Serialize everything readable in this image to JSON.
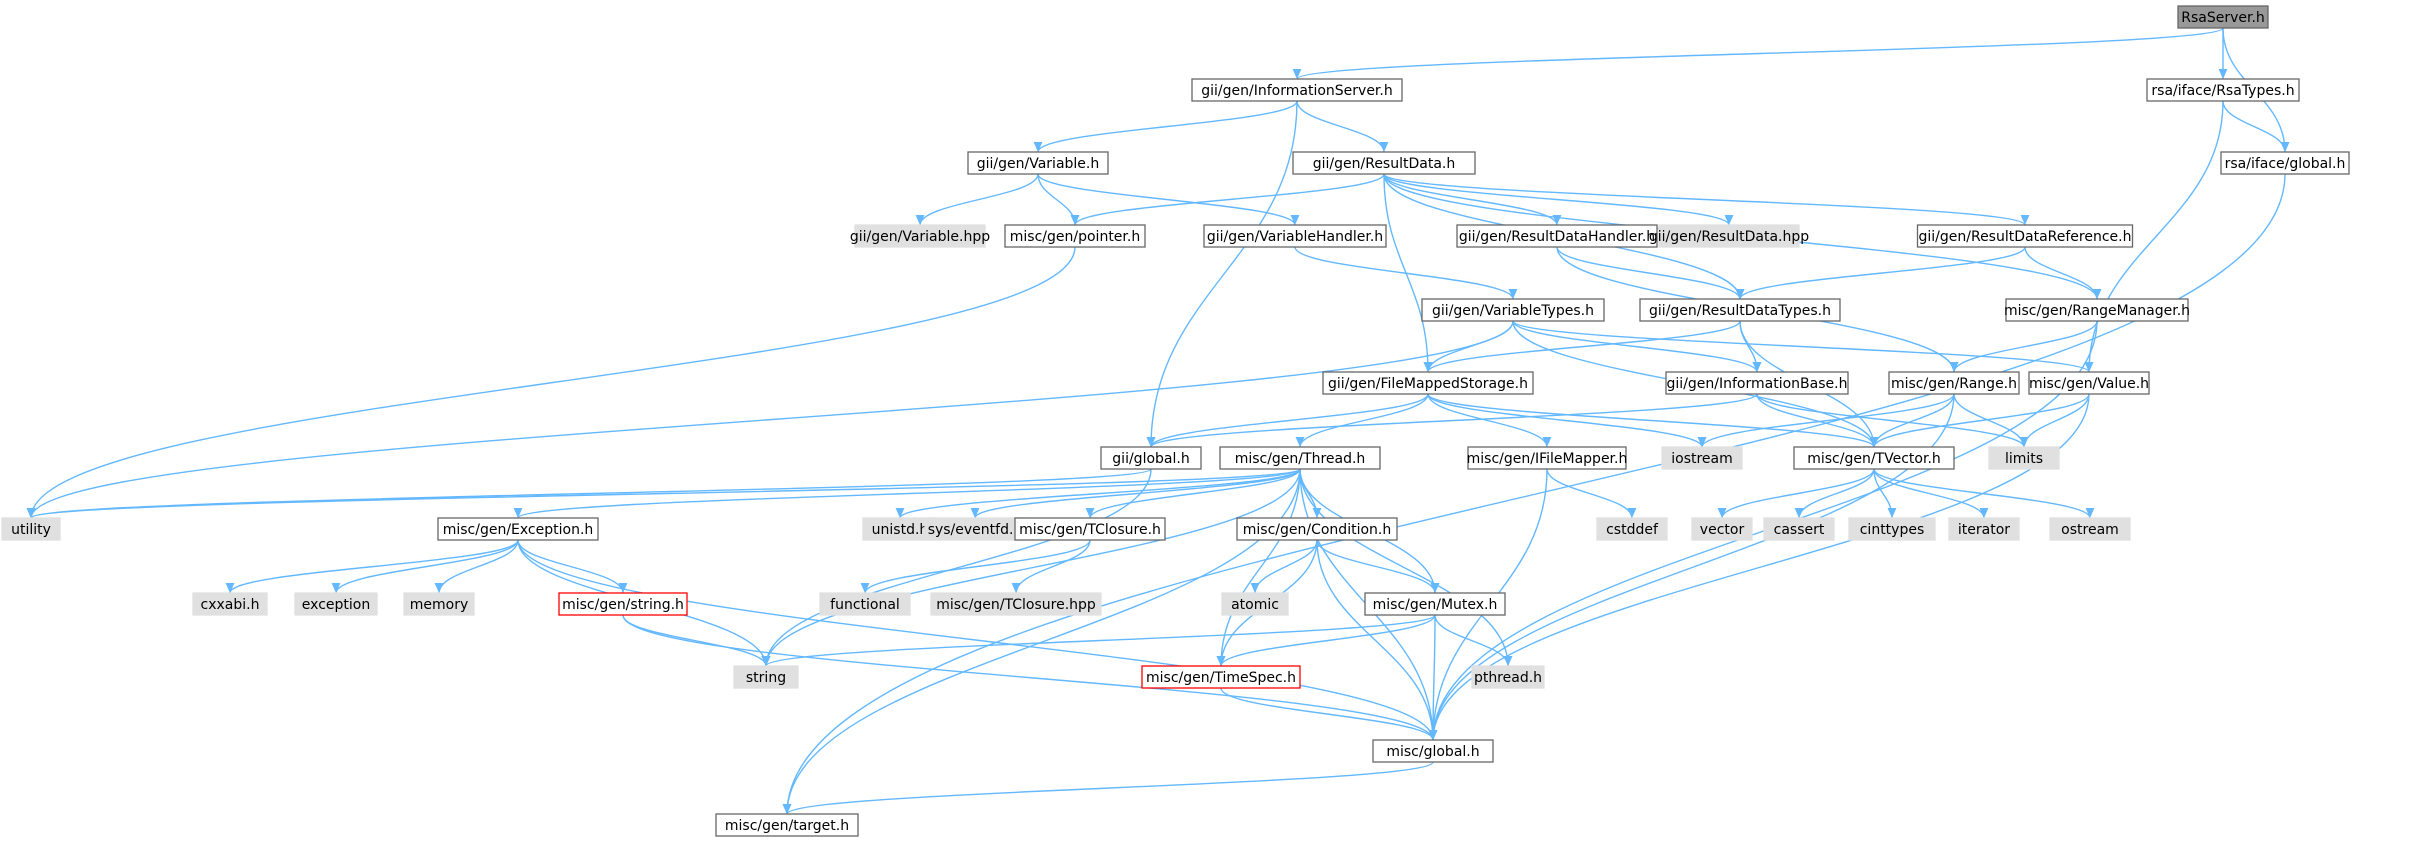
{
  "colors": {
    "root_fill": "#999999",
    "header_fill": "#ffffff",
    "header_border": "#666666",
    "system_fill": "#e0e0e0",
    "system_border": "#e0e0e0",
    "missing_border": "#ff0000",
    "edge": "#63b8ff",
    "text": "#000000"
  },
  "nodes": [
    {
      "id": "n0",
      "label": "RsaServer.h",
      "kind": "root"
    },
    {
      "id": "n1",
      "label": "gii/gen/InformationServer.h",
      "kind": "header"
    },
    {
      "id": "n2",
      "label": "rsa/iface/RsaTypes.h",
      "kind": "header"
    },
    {
      "id": "n3",
      "label": "rsa/iface/global.h",
      "kind": "header"
    },
    {
      "id": "n4",
      "label": "gii/gen/Variable.h",
      "kind": "header"
    },
    {
      "id": "n5",
      "label": "gii/gen/ResultData.h",
      "kind": "header"
    },
    {
      "id": "n6",
      "label": "gii/gen/Variable.hpp",
      "kind": "system"
    },
    {
      "id": "n7",
      "label": "misc/gen/pointer.h",
      "kind": "header"
    },
    {
      "id": "n8",
      "label": "gii/gen/VariableHandler.h",
      "kind": "header"
    },
    {
      "id": "n9",
      "label": "gii/gen/ResultDataHandler.h",
      "kind": "header"
    },
    {
      "id": "n10",
      "label": "gii/gen/ResultData.hpp",
      "kind": "system"
    },
    {
      "id": "n11",
      "label": "gii/gen/ResultDataReference.h",
      "kind": "header"
    },
    {
      "id": "n12",
      "label": "gii/gen/VariableTypes.h",
      "kind": "header"
    },
    {
      "id": "n13",
      "label": "gii/gen/ResultDataTypes.h",
      "kind": "header"
    },
    {
      "id": "n14",
      "label": "misc/gen/RangeManager.h",
      "kind": "header"
    },
    {
      "id": "n15",
      "label": "gii/gen/FileMappedStorage.h",
      "kind": "header"
    },
    {
      "id": "n16",
      "label": "gii/gen/InformationBase.h",
      "kind": "header"
    },
    {
      "id": "n17",
      "label": "misc/gen/Range.h",
      "kind": "header"
    },
    {
      "id": "n18",
      "label": "misc/gen/Value.h",
      "kind": "header"
    },
    {
      "id": "n19",
      "label": "gii/global.h",
      "kind": "header"
    },
    {
      "id": "n20",
      "label": "misc/gen/Thread.h",
      "kind": "header"
    },
    {
      "id": "n21",
      "label": "misc/gen/IFileMapper.h",
      "kind": "header"
    },
    {
      "id": "n22",
      "label": "iostream",
      "kind": "system"
    },
    {
      "id": "n23",
      "label": "misc/gen/TVector.h",
      "kind": "header"
    },
    {
      "id": "n24",
      "label": "limits",
      "kind": "system"
    },
    {
      "id": "n25",
      "label": "utility",
      "kind": "system"
    },
    {
      "id": "n26",
      "label": "misc/gen/Exception.h",
      "kind": "header"
    },
    {
      "id": "n27",
      "label": "unistd.h",
      "kind": "system"
    },
    {
      "id": "n28",
      "label": "sys/eventfd.h",
      "kind": "system"
    },
    {
      "id": "n29",
      "label": "misc/gen/TClosure.h",
      "kind": "header"
    },
    {
      "id": "n30",
      "label": "misc/gen/Condition.h",
      "kind": "header"
    },
    {
      "id": "n31",
      "label": "cstddef",
      "kind": "system"
    },
    {
      "id": "n32",
      "label": "vector",
      "kind": "system"
    },
    {
      "id": "n33",
      "label": "cassert",
      "kind": "system"
    },
    {
      "id": "n34",
      "label": "cinttypes",
      "kind": "system"
    },
    {
      "id": "n35",
      "label": "iterator",
      "kind": "system"
    },
    {
      "id": "n36",
      "label": "ostream",
      "kind": "system"
    },
    {
      "id": "n37",
      "label": "cxxabi.h",
      "kind": "system"
    },
    {
      "id": "n38",
      "label": "exception",
      "kind": "system"
    },
    {
      "id": "n39",
      "label": "memory",
      "kind": "system"
    },
    {
      "id": "n40",
      "label": "misc/gen/string.h",
      "kind": "missing"
    },
    {
      "id": "n41",
      "label": "functional",
      "kind": "system"
    },
    {
      "id": "n42",
      "label": "misc/gen/TClosure.hpp",
      "kind": "system"
    },
    {
      "id": "n43",
      "label": "atomic",
      "kind": "system"
    },
    {
      "id": "n44",
      "label": "misc/gen/Mutex.h",
      "kind": "header"
    },
    {
      "id": "n45",
      "label": "string",
      "kind": "system"
    },
    {
      "id": "n46",
      "label": "misc/gen/TimeSpec.h",
      "kind": "missing"
    },
    {
      "id": "n47",
      "label": "pthread.h",
      "kind": "system"
    },
    {
      "id": "n48",
      "label": "misc/global.h",
      "kind": "header"
    },
    {
      "id": "n49",
      "label": "misc/gen/target.h",
      "kind": "header"
    }
  ],
  "edges": [
    [
      "n0",
      "n1"
    ],
    [
      "n0",
      "n2"
    ],
    [
      "n0",
      "n3"
    ],
    [
      "n1",
      "n4"
    ],
    [
      "n1",
      "n5"
    ],
    [
      "n1",
      "n19"
    ],
    [
      "n2",
      "n3"
    ],
    [
      "n2",
      "n18"
    ],
    [
      "n3",
      "n49"
    ],
    [
      "n4",
      "n6"
    ],
    [
      "n4",
      "n7"
    ],
    [
      "n4",
      "n8"
    ],
    [
      "n5",
      "n7"
    ],
    [
      "n5",
      "n9"
    ],
    [
      "n5",
      "n10"
    ],
    [
      "n5",
      "n11"
    ],
    [
      "n5",
      "n13"
    ],
    [
      "n5",
      "n14"
    ],
    [
      "n5",
      "n15"
    ],
    [
      "n7",
      "n25"
    ],
    [
      "n8",
      "n12"
    ],
    [
      "n9",
      "n13"
    ],
    [
      "n9",
      "n17"
    ],
    [
      "n11",
      "n13"
    ],
    [
      "n11",
      "n14"
    ],
    [
      "n12",
      "n25"
    ],
    [
      "n12",
      "n15"
    ],
    [
      "n12",
      "n16"
    ],
    [
      "n12",
      "n23"
    ],
    [
      "n12",
      "n18"
    ],
    [
      "n13",
      "n15"
    ],
    [
      "n13",
      "n16"
    ],
    [
      "n13",
      "n23"
    ],
    [
      "n14",
      "n17"
    ],
    [
      "n14",
      "n48"
    ],
    [
      "n15",
      "n19"
    ],
    [
      "n15",
      "n20"
    ],
    [
      "n15",
      "n21"
    ],
    [
      "n15",
      "n22"
    ],
    [
      "n15",
      "n23"
    ],
    [
      "n16",
      "n19"
    ],
    [
      "n16",
      "n23"
    ],
    [
      "n16",
      "n24"
    ],
    [
      "n17",
      "n22"
    ],
    [
      "n17",
      "n23"
    ],
    [
      "n17",
      "n24"
    ],
    [
      "n17",
      "n48"
    ],
    [
      "n18",
      "n23"
    ],
    [
      "n18",
      "n24"
    ],
    [
      "n18",
      "n48"
    ],
    [
      "n19",
      "n25"
    ],
    [
      "n19",
      "n45"
    ],
    [
      "n20",
      "n25"
    ],
    [
      "n20",
      "n26"
    ],
    [
      "n20",
      "n27"
    ],
    [
      "n20",
      "n28"
    ],
    [
      "n20",
      "n29"
    ],
    [
      "n20",
      "n30"
    ],
    [
      "n20",
      "n44"
    ],
    [
      "n20",
      "n46"
    ],
    [
      "n20",
      "n47"
    ],
    [
      "n20",
      "n48"
    ],
    [
      "n20",
      "n49"
    ],
    [
      "n21",
      "n31"
    ],
    [
      "n21",
      "n48"
    ],
    [
      "n23",
      "n32"
    ],
    [
      "n23",
      "n33"
    ],
    [
      "n23",
      "n34"
    ],
    [
      "n23",
      "n35"
    ],
    [
      "n23",
      "n36"
    ],
    [
      "n26",
      "n37"
    ],
    [
      "n26",
      "n38"
    ],
    [
      "n26",
      "n39"
    ],
    [
      "n26",
      "n40"
    ],
    [
      "n26",
      "n45"
    ],
    [
      "n26",
      "n48"
    ],
    [
      "n29",
      "n41"
    ],
    [
      "n29",
      "n42"
    ],
    [
      "n30",
      "n43"
    ],
    [
      "n30",
      "n44"
    ],
    [
      "n30",
      "n46"
    ],
    [
      "n30",
      "n48"
    ],
    [
      "n40",
      "n45"
    ],
    [
      "n40",
      "n48"
    ],
    [
      "n44",
      "n45"
    ],
    [
      "n44",
      "n46"
    ],
    [
      "n44",
      "n47"
    ],
    [
      "n44",
      "n48"
    ],
    [
      "n46",
      "n48"
    ],
    [
      "n48",
      "n49"
    ],
    [
      "n20",
      "n45"
    ]
  ]
}
